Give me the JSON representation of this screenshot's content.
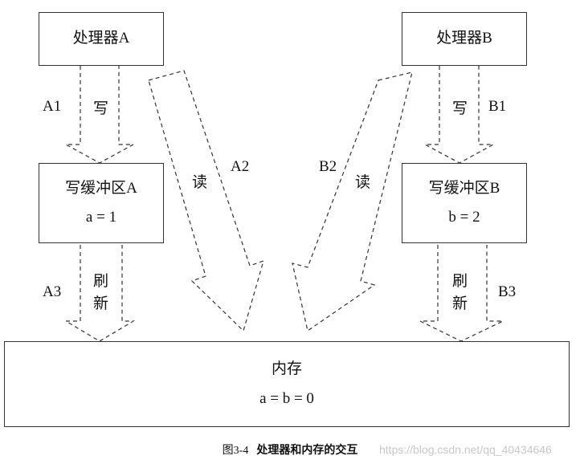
{
  "boxes": {
    "processor_a": "处理器A",
    "processor_b": "处理器B",
    "buffer_a": {
      "title": "写缓冲区A",
      "value": "a = 1"
    },
    "buffer_b": {
      "title": "写缓冲区B",
      "value": "b = 2"
    },
    "memory": {
      "title": "内存",
      "value": "a = b = 0"
    }
  },
  "labels": {
    "a1": "A1",
    "a1_op": "写",
    "b1": "B1",
    "b1_op": "写",
    "a2": "A2",
    "a2_op": "读",
    "b2": "B2",
    "b2_op": "读",
    "a3": "A3",
    "a3_op_1": "刷",
    "a3_op_2": "新",
    "b3": "B3",
    "b3_op_1": "刷",
    "b3_op_2": "新"
  },
  "caption": {
    "number": "图3-4",
    "title": "处理器和内存的交互"
  },
  "watermark": "https://blog.csdn.net/qq_40434646",
  "colors": {
    "line": "#333333",
    "watermark": "#c8c8c8"
  }
}
